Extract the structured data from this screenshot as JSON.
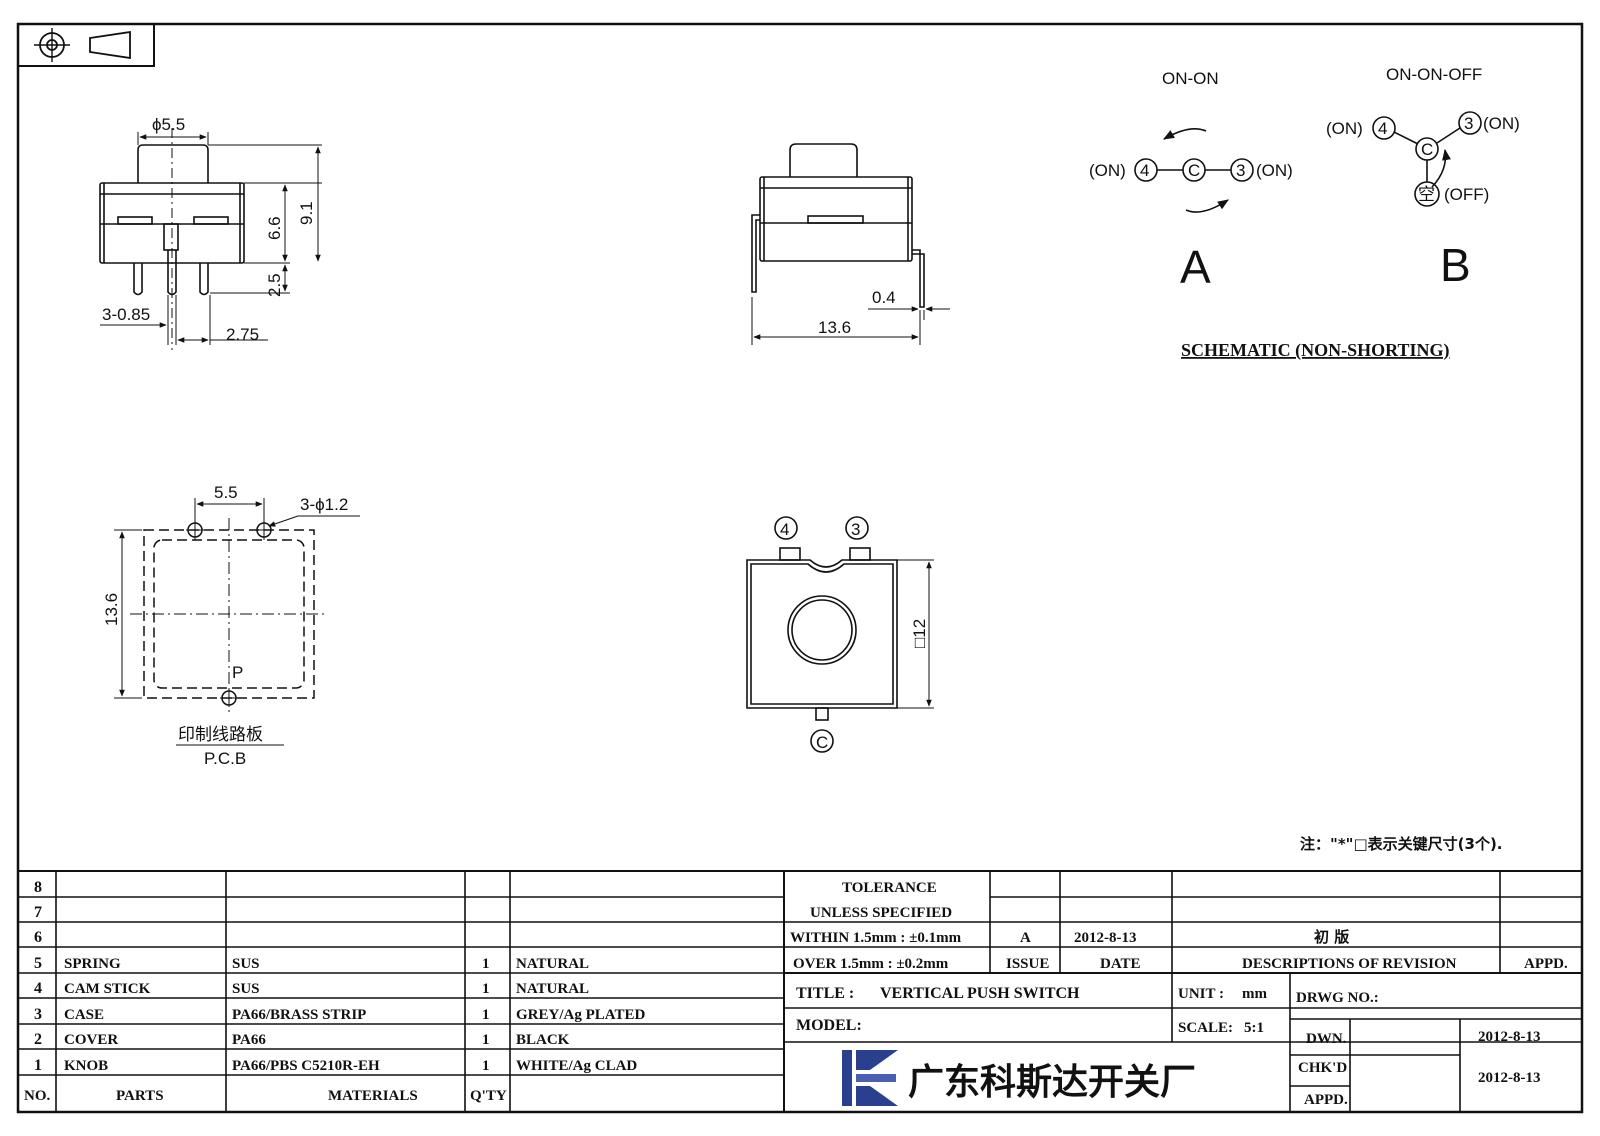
{
  "front_view": {
    "dia_knob": "ϕ5.5",
    "height_body": "6.6",
    "height_total": "9.1",
    "pin_len": "2.5",
    "pin_width": "3-0.85",
    "pin_pitch": "2.75"
  },
  "side_view": {
    "pin_thick": "0.4",
    "width": "13.6"
  },
  "pcb_view": {
    "pitch": "5.5",
    "holes": "3-ϕ1.2",
    "height": "13.6",
    "point": "P",
    "label_cn": "印制线路板",
    "label_en": "P.C.B"
  },
  "top_view": {
    "terminal_4": "4",
    "terminal_3": "3",
    "terminal_c": "C",
    "size": "□12"
  },
  "schematic": {
    "a_title": "ON-ON",
    "a_left": "(ON)",
    "a_right": "(ON)",
    "a_t4": "4",
    "a_tc": "C",
    "a_t3": "3",
    "a_letter": "A",
    "b_title": "ON-ON-OFF",
    "b_left": "(ON)",
    "b_right": "(ON)",
    "b_off": "(OFF)",
    "b_t4": "4",
    "b_t3": "3",
    "b_tc": "C",
    "b_empty": "空",
    "b_letter": "B",
    "caption": "SCHEMATIC (NON-SHORTING)"
  },
  "note": "注：\"*\"□表示关键尺寸(3个).",
  "parts_table": {
    "rows": [
      {
        "no": "8",
        "part": "",
        "material": "",
        "qty": "",
        "finish": ""
      },
      {
        "no": "7",
        "part": "",
        "material": "",
        "qty": "",
        "finish": ""
      },
      {
        "no": "6",
        "part": "",
        "material": "",
        "qty": "",
        "finish": ""
      },
      {
        "no": "5",
        "part": "SPRING",
        "material": "SUS",
        "qty": "1",
        "finish": "NATURAL"
      },
      {
        "no": "4",
        "part": "CAM STICK",
        "material": "SUS",
        "qty": "1",
        "finish": "NATURAL"
      },
      {
        "no": "3",
        "part": "CASE",
        "material": "PA66/BRASS STRIP",
        "qty": "1",
        "finish": "GREY/Ag PLATED"
      },
      {
        "no": "2",
        "part": "COVER",
        "material": "PA66",
        "qty": "1",
        "finish": "BLACK"
      },
      {
        "no": "1",
        "part": "KNOB",
        "material": "PA66/PBS C5210R-EH",
        "qty": "1",
        "finish": "WHITE/Ag CLAD"
      }
    ],
    "header": {
      "no": "NO.",
      "part": "PARTS",
      "material": "MATERIALS",
      "qty": "Q'TY"
    }
  },
  "title_block": {
    "tol_1": "TOLERANCE",
    "tol_2": "UNLESS SPECIFIED",
    "tol_3": "WITHIN 1.5mm : ±0.1mm",
    "tol_4": "OVER 1.5mm : ±0.2mm",
    "rev_issue": "A",
    "rev_date": "2012-8-13",
    "rev_desc": "初 版",
    "h_issue": "ISSUE",
    "h_date": "DATE",
    "h_desc": "DESCRIPTIONS OF REVISION",
    "h_appd": "APPD.",
    "title_label": "TITLE :",
    "title_value": "VERTICAL PUSH SWITCH",
    "unit_label": "UNIT :",
    "unit_value": "mm",
    "drwg_label": "DRWG NO.:",
    "model_label": "MODEL:",
    "scale_label": "SCALE:",
    "scale_value": "5:1",
    "dwn_label": "DWN.",
    "dwn_date": "2012-8-13",
    "chkd_label": "CHK'D",
    "chkd_date": "2012-8-13",
    "appd_label": "APPD.",
    "company": "广东科斯达开关厂",
    "logo_color_1": "#2b3f8f",
    "logo_color_2": "#4a5fb0"
  }
}
